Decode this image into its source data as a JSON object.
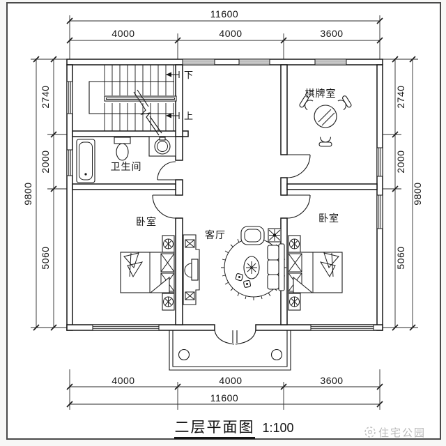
{
  "background": {
    "frame_color": "#4a4a4a",
    "paper_color": "#ffffff",
    "ink_color": "#1a1a1a",
    "watermark_color": "#b9b9b9"
  },
  "title_block": {
    "title": "二层平面图",
    "scale": "1:100"
  },
  "watermark": {
    "icon": "sun-logo-icon",
    "brand": "住宅公园"
  },
  "rooms": {
    "chess_room": "棋牌室",
    "bathroom": "卫生间",
    "living_room": "客厅",
    "bedroom_left": "卧室",
    "bedroom_right": "卧室",
    "stair_down": "下",
    "stair_up": "上"
  },
  "dimensions": {
    "top": {
      "total": "11600",
      "segments": [
        "4000",
        "4000",
        "3600"
      ]
    },
    "bottom": {
      "total": "11600",
      "segments": [
        "4000",
        "4000",
        "3600"
      ]
    },
    "left": {
      "total": "9800",
      "segments": [
        "2740",
        "2000",
        "5060"
      ]
    },
    "right": {
      "total": "9800",
      "segments": [
        "2740",
        "2000",
        "5060"
      ]
    }
  }
}
